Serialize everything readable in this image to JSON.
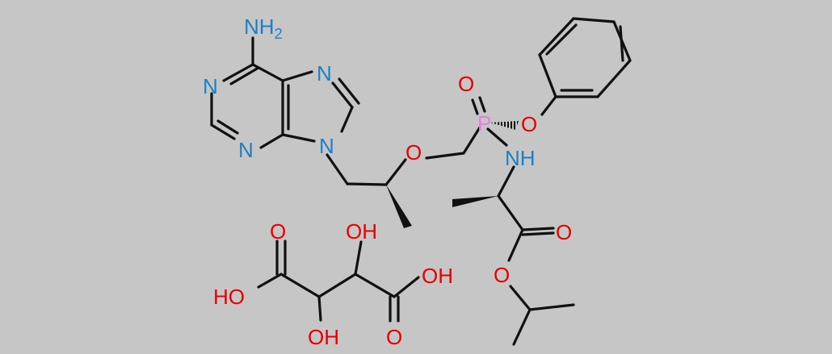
{
  "colors": {
    "background": "#c6c6c6",
    "bond": "#111111",
    "nitrogen": "#1f7fc4",
    "oxygen": "#e60000",
    "phosphorus": "#e57ee0"
  },
  "molecule_1": {
    "atoms": {
      "amine": {
        "main": "NH",
        "sub": "2"
      },
      "n1": "N",
      "n3": "N",
      "n7": "N",
      "n9": "N",
      "ether_o": "O",
      "p": "P",
      "p_oxo": "O",
      "p_phenoxy": "O",
      "nh": "NH",
      "ester_carbonyl_o": "O",
      "ester_o": "O"
    }
  },
  "molecule_2": {
    "atoms": {
      "carbonyl_o_left": "O",
      "oh_top": "OH",
      "oh_acid_right": "OH",
      "ho_acid_left": "HO",
      "oh_bottom": "OH",
      "carbonyl_o_right": "O"
    }
  }
}
